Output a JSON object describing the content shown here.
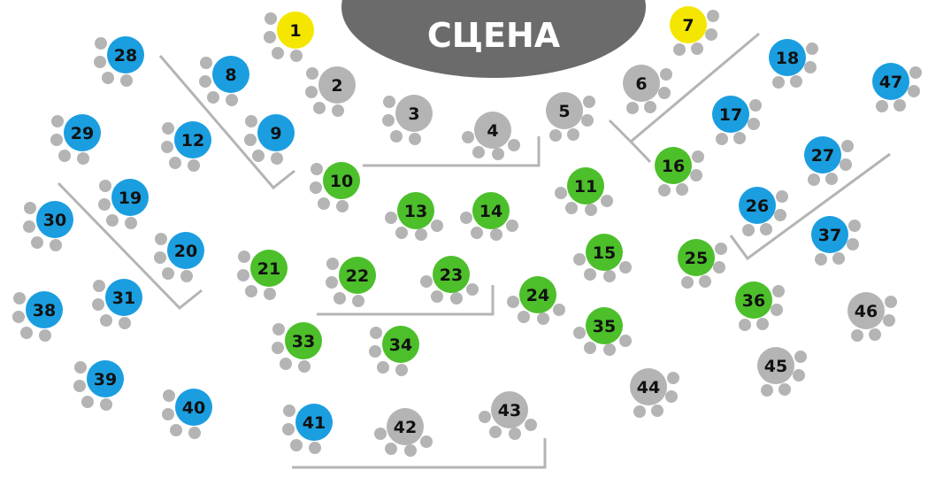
{
  "stage": {
    "label": "СЦЕНА",
    "color": "#6b6b6b"
  },
  "colors": {
    "yellow": "#f5e600",
    "blue": "#1a9ee0",
    "green": "#4cbf2a",
    "gray": "#b4b4b4",
    "seat": "#b4b4b4",
    "partition": "#b4b4b4"
  },
  "tables": [
    {
      "num": "1",
      "cat": "yellow"
    },
    {
      "num": "2",
      "cat": "gray"
    },
    {
      "num": "3",
      "cat": "gray"
    },
    {
      "num": "4",
      "cat": "gray"
    },
    {
      "num": "5",
      "cat": "gray"
    },
    {
      "num": "6",
      "cat": "gray"
    },
    {
      "num": "7",
      "cat": "yellow"
    },
    {
      "num": "8",
      "cat": "blue"
    },
    {
      "num": "9",
      "cat": "blue"
    },
    {
      "num": "10",
      "cat": "green"
    },
    {
      "num": "11",
      "cat": "green"
    },
    {
      "num": "12",
      "cat": "blue"
    },
    {
      "num": "13",
      "cat": "green"
    },
    {
      "num": "14",
      "cat": "green"
    },
    {
      "num": "15",
      "cat": "green"
    },
    {
      "num": "16",
      "cat": "green"
    },
    {
      "num": "17",
      "cat": "blue"
    },
    {
      "num": "18",
      "cat": "blue"
    },
    {
      "num": "19",
      "cat": "blue"
    },
    {
      "num": "20",
      "cat": "blue"
    },
    {
      "num": "21",
      "cat": "green"
    },
    {
      "num": "22",
      "cat": "green"
    },
    {
      "num": "23",
      "cat": "green"
    },
    {
      "num": "24",
      "cat": "green"
    },
    {
      "num": "25",
      "cat": "green"
    },
    {
      "num": "26",
      "cat": "blue"
    },
    {
      "num": "27",
      "cat": "blue"
    },
    {
      "num": "28",
      "cat": "blue"
    },
    {
      "num": "29",
      "cat": "blue"
    },
    {
      "num": "30",
      "cat": "blue"
    },
    {
      "num": "31",
      "cat": "blue"
    },
    {
      "num": "33",
      "cat": "green"
    },
    {
      "num": "34",
      "cat": "green"
    },
    {
      "num": "35",
      "cat": "green"
    },
    {
      "num": "36",
      "cat": "green"
    },
    {
      "num": "37",
      "cat": "blue"
    },
    {
      "num": "38",
      "cat": "blue"
    },
    {
      "num": "39",
      "cat": "blue"
    },
    {
      "num": "40",
      "cat": "blue"
    },
    {
      "num": "41",
      "cat": "blue"
    },
    {
      "num": "42",
      "cat": "gray"
    },
    {
      "num": "43",
      "cat": "gray"
    },
    {
      "num": "44",
      "cat": "gray"
    },
    {
      "num": "45",
      "cat": "gray"
    },
    {
      "num": "46",
      "cat": "gray"
    },
    {
      "num": "47",
      "cat": "blue"
    }
  ]
}
